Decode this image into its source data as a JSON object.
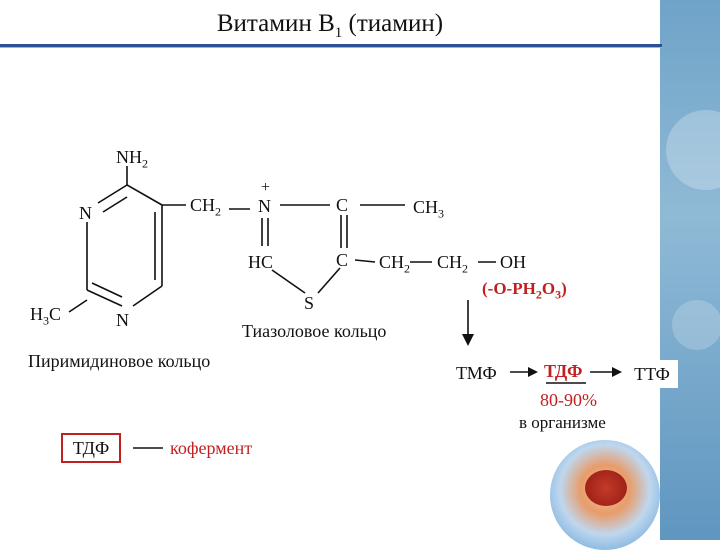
{
  "title": {
    "text": "Витамин В",
    "sub": "1",
    "rest": " (тиамин)"
  },
  "pyrimidine": {
    "nh2": "NH",
    "nh2_sub": "2",
    "n_left": "N",
    "n_bottom": "N",
    "h3c_pre": "H",
    "h3c_sub": "3",
    "h3c_post": "C",
    "ch2": "CH",
    "ch2_sub": "2",
    "label": "Пиримидиновое кольцо"
  },
  "thiazole": {
    "plus": "+",
    "n": "N",
    "c_top": "C",
    "hc": "HC",
    "c_bot": "C",
    "s": "S",
    "ch3": "CH",
    "ch3_sub": "3",
    "ch2a": "CH",
    "ch2a_sub": "2",
    "ch2b": "CH",
    "ch2b_sub": "2",
    "oh": "OH",
    "phos_pre": "(-O-PH",
    "phos_sub1": "2",
    "phos_mid": "O",
    "phos_sub2": "3",
    "phos_post": ")",
    "label": "Тиазоловое кольцо"
  },
  "scheme": {
    "tmf": "ТМФ",
    "tdf": "ТДФ",
    "ttf": "ТТФ",
    "percent": "80-90%",
    "note": "в организме"
  },
  "legend": {
    "box": "ТДФ",
    "text": "кофермент"
  },
  "colors": {
    "accent": "#c02020",
    "rule": "#2c4f96"
  }
}
